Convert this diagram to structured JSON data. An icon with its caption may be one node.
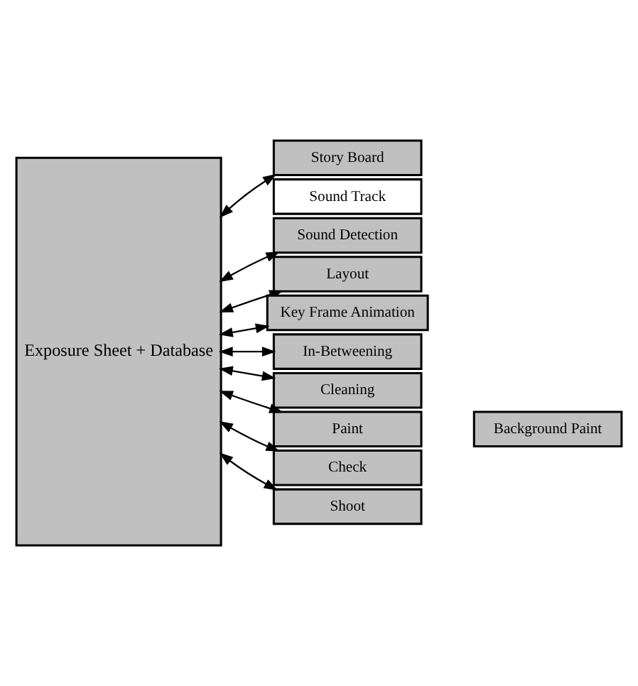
{
  "diagram": {
    "nodes": [
      {
        "text": [
          "Exposure Sheet + Database"
        ]
      },
      {
        "text": [
          "Story Board"
        ]
      },
      {
        "text": [
          "Sound Track"
        ]
      },
      {
        "text": [
          "Sound Detection"
        ]
      },
      {
        "text": [
          "Layout"
        ]
      },
      {
        "text": [
          "Key Frame Animation"
        ]
      },
      {
        "text": [
          "In-Betweening"
        ]
      },
      {
        "text": [
          "Cleaning"
        ]
      },
      {
        "text": [
          "Paint"
        ]
      },
      {
        "text": [
          "Background Paint"
        ]
      },
      {
        "text": [
          "Check"
        ]
      },
      {
        "text": [
          "Shoot"
        ]
      }
    ],
    "edges": [
      {
        "from": 0,
        "to": 1,
        "arrow": "both"
      },
      {
        "from": 0,
        "to": 3,
        "arrow": "both"
      },
      {
        "from": 0,
        "to": 4,
        "arrow": "both"
      },
      {
        "from": 0,
        "to": 5,
        "arrow": "both"
      },
      {
        "from": 0,
        "to": 6,
        "arrow": "both"
      },
      {
        "from": 0,
        "to": 7,
        "arrow": "both"
      },
      {
        "from": 0,
        "to": 8,
        "arrow": "both"
      },
      {
        "from": 0,
        "to": 10,
        "arrow": "both"
      },
      {
        "from": 0,
        "to": 11,
        "arrow": "both"
      }
    ]
  }
}
